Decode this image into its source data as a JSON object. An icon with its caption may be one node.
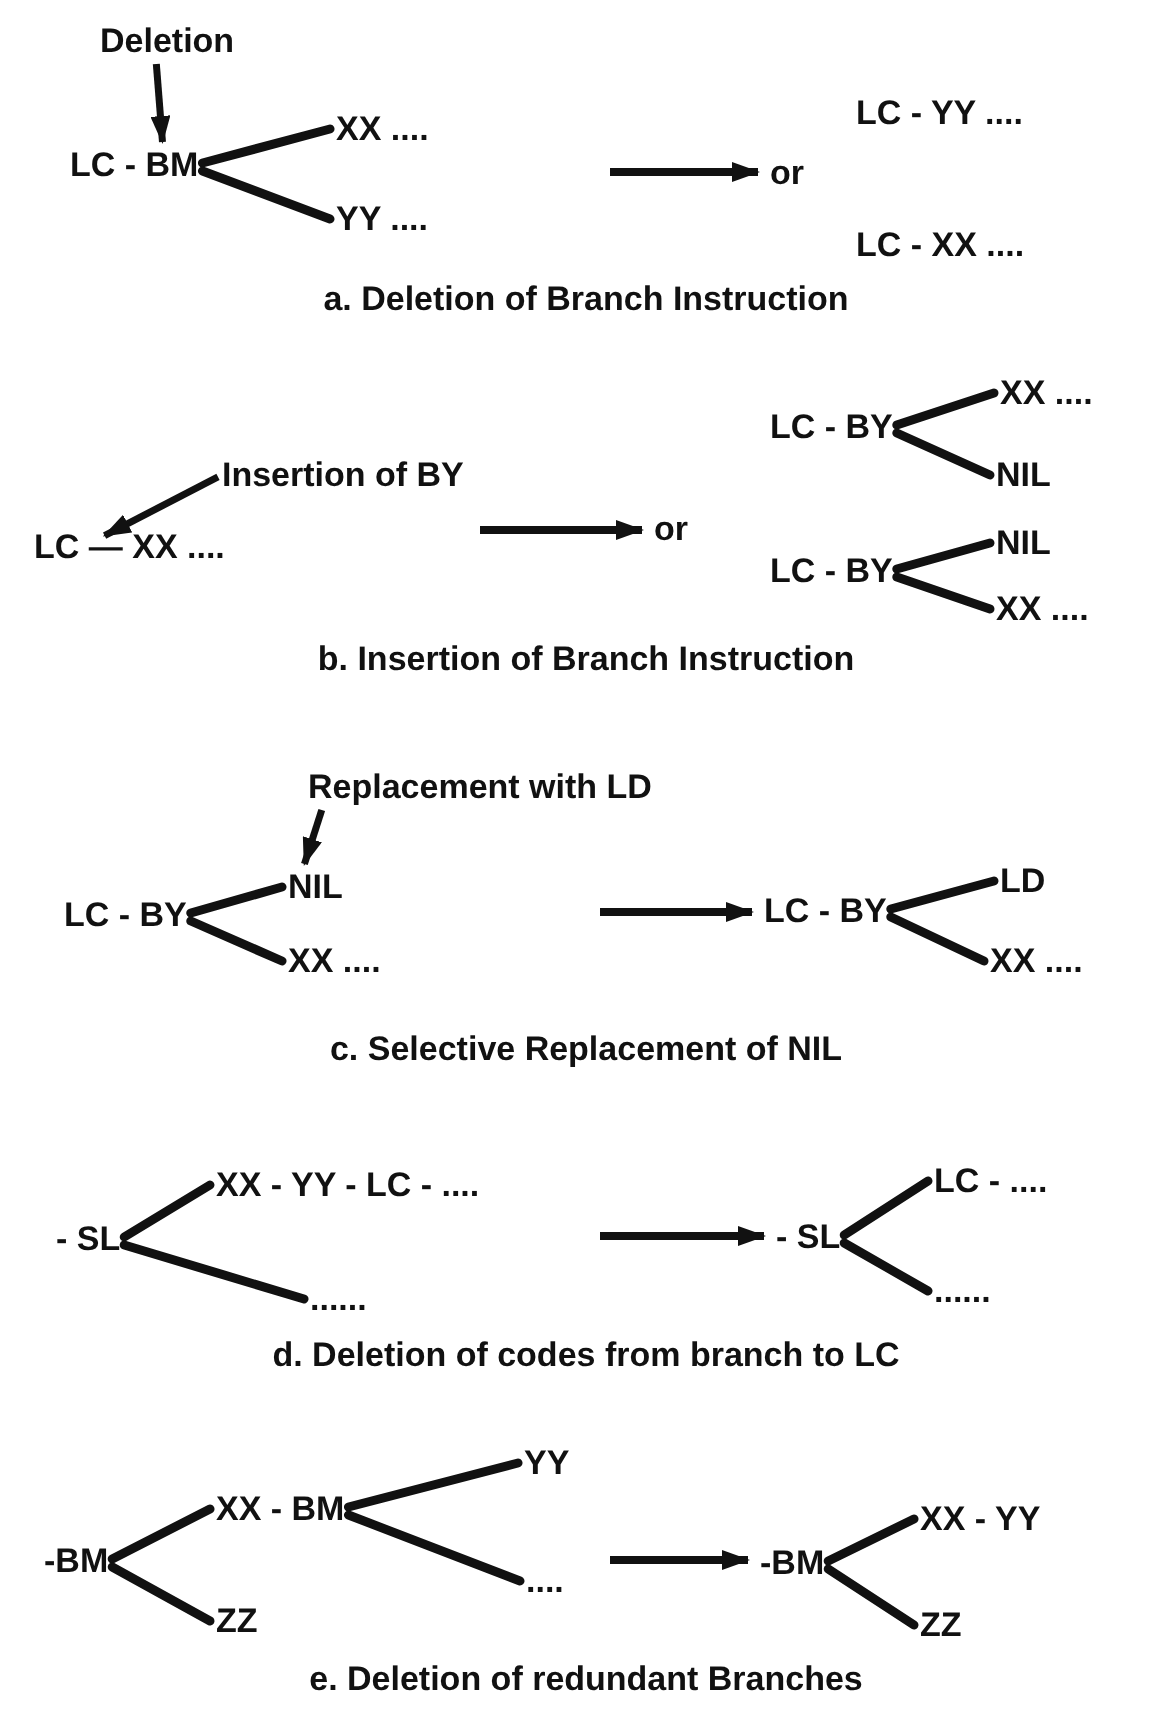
{
  "diagram": {
    "nodes": [
      {
        "text": [
          "Deletion"
        ]
      },
      {
        "text": [
          "LC - BM"
        ]
      },
      {
        "text": [
          "XX ...."
        ]
      },
      {
        "text": [
          "YY ...."
        ]
      },
      {
        "text": [
          "or"
        ]
      },
      {
        "text": [
          "LC - YY ...."
        ]
      },
      {
        "text": [
          "LC - XX ...."
        ]
      },
      {
        "text": [
          "Insertion of BY"
        ]
      },
      {
        "text": [
          "LC — XX ...."
        ]
      },
      {
        "text": [
          "or"
        ]
      },
      {
        "text": [
          "LC - BY"
        ]
      },
      {
        "text": [
          "XX ...."
        ]
      },
      {
        "text": [
          "NIL"
        ]
      },
      {
        "text": [
          "LC - BY"
        ]
      },
      {
        "text": [
          "NIL"
        ]
      },
      {
        "text": [
          "XX ...."
        ]
      },
      {
        "text": [
          "Replacement with LD"
        ]
      },
      {
        "text": [
          "LC - BY"
        ]
      },
      {
        "text": [
          "NIL"
        ]
      },
      {
        "text": [
          "XX ...."
        ]
      },
      {
        "text": [
          "LC - BY"
        ]
      },
      {
        "text": [
          "LD"
        ]
      },
      {
        "text": [
          "XX ...."
        ]
      },
      {
        "text": [
          "- SL"
        ]
      },
      {
        "text": [
          "XX - YY - LC - ...."
        ]
      },
      {
        "text": [
          "......"
        ]
      },
      {
        "text": [
          "- SL"
        ]
      },
      {
        "text": [
          "LC - ...."
        ]
      },
      {
        "text": [
          "......"
        ]
      },
      {
        "text": [
          "-BM"
        ]
      },
      {
        "text": [
          "XX - BM"
        ]
      },
      {
        "text": [
          "YY"
        ]
      },
      {
        "text": [
          "...."
        ]
      },
      {
        "text": [
          "ZZ"
        ]
      },
      {
        "text": [
          "-BM"
        ]
      },
      {
        "text": [
          "XX - YY"
        ]
      },
      {
        "text": [
          "ZZ"
        ]
      }
    ],
    "edges": [
      {
        "from": 0,
        "to": 1,
        "arrow": "to"
      },
      {
        "from": 1,
        "to": 2,
        "arrow": "none"
      },
      {
        "from": 1,
        "to": 3,
        "arrow": "none"
      },
      {
        "from": null,
        "to": 4,
        "arrow": "to"
      },
      {
        "from": 7,
        "to": 8,
        "arrow": "to"
      },
      {
        "from": 10,
        "to": 11,
        "arrow": "none"
      },
      {
        "from": 10,
        "to": 12,
        "arrow": "none"
      },
      {
        "from": 13,
        "to": 14,
        "arrow": "none"
      },
      {
        "from": 13,
        "to": 15,
        "arrow": "none"
      },
      {
        "from": null,
        "to": 9,
        "arrow": "to"
      },
      {
        "from": 16,
        "to": 18,
        "arrow": "to"
      },
      {
        "from": 17,
        "to": 18,
        "arrow": "none"
      },
      {
        "from": 17,
        "to": 19,
        "arrow": "none"
      },
      {
        "from": null,
        "to": 20,
        "arrow": "to"
      },
      {
        "from": 20,
        "to": 21,
        "arrow": "none"
      },
      {
        "from": 20,
        "to": 22,
        "arrow": "none"
      },
      {
        "from": 23,
        "to": 24,
        "arrow": "none"
      },
      {
        "from": 23,
        "to": 25,
        "arrow": "none"
      },
      {
        "from": null,
        "to": 26,
        "arrow": "to"
      },
      {
        "from": 26,
        "to": 27,
        "arrow": "none"
      },
      {
        "from": 26,
        "to": 28,
        "arrow": "none"
      },
      {
        "from": 29,
        "to": 30,
        "arrow": "none"
      },
      {
        "from": 29,
        "to": 33,
        "arrow": "none"
      },
      {
        "from": 30,
        "to": 31,
        "arrow": "none"
      },
      {
        "from": 30,
        "to": 32,
        "arrow": "none"
      },
      {
        "from": null,
        "to": 34,
        "arrow": "to"
      },
      {
        "from": 34,
        "to": 35,
        "arrow": "none"
      },
      {
        "from": 34,
        "to": 36,
        "arrow": "none"
      }
    ],
    "labels": [
      "a. Deletion of Branch Instruction",
      "b. Insertion of Branch Instruction",
      "c. Selective Replacement of NIL",
      "d. Deletion of codes from branch to LC",
      "e. Deletion of redundant Branches"
    ]
  }
}
